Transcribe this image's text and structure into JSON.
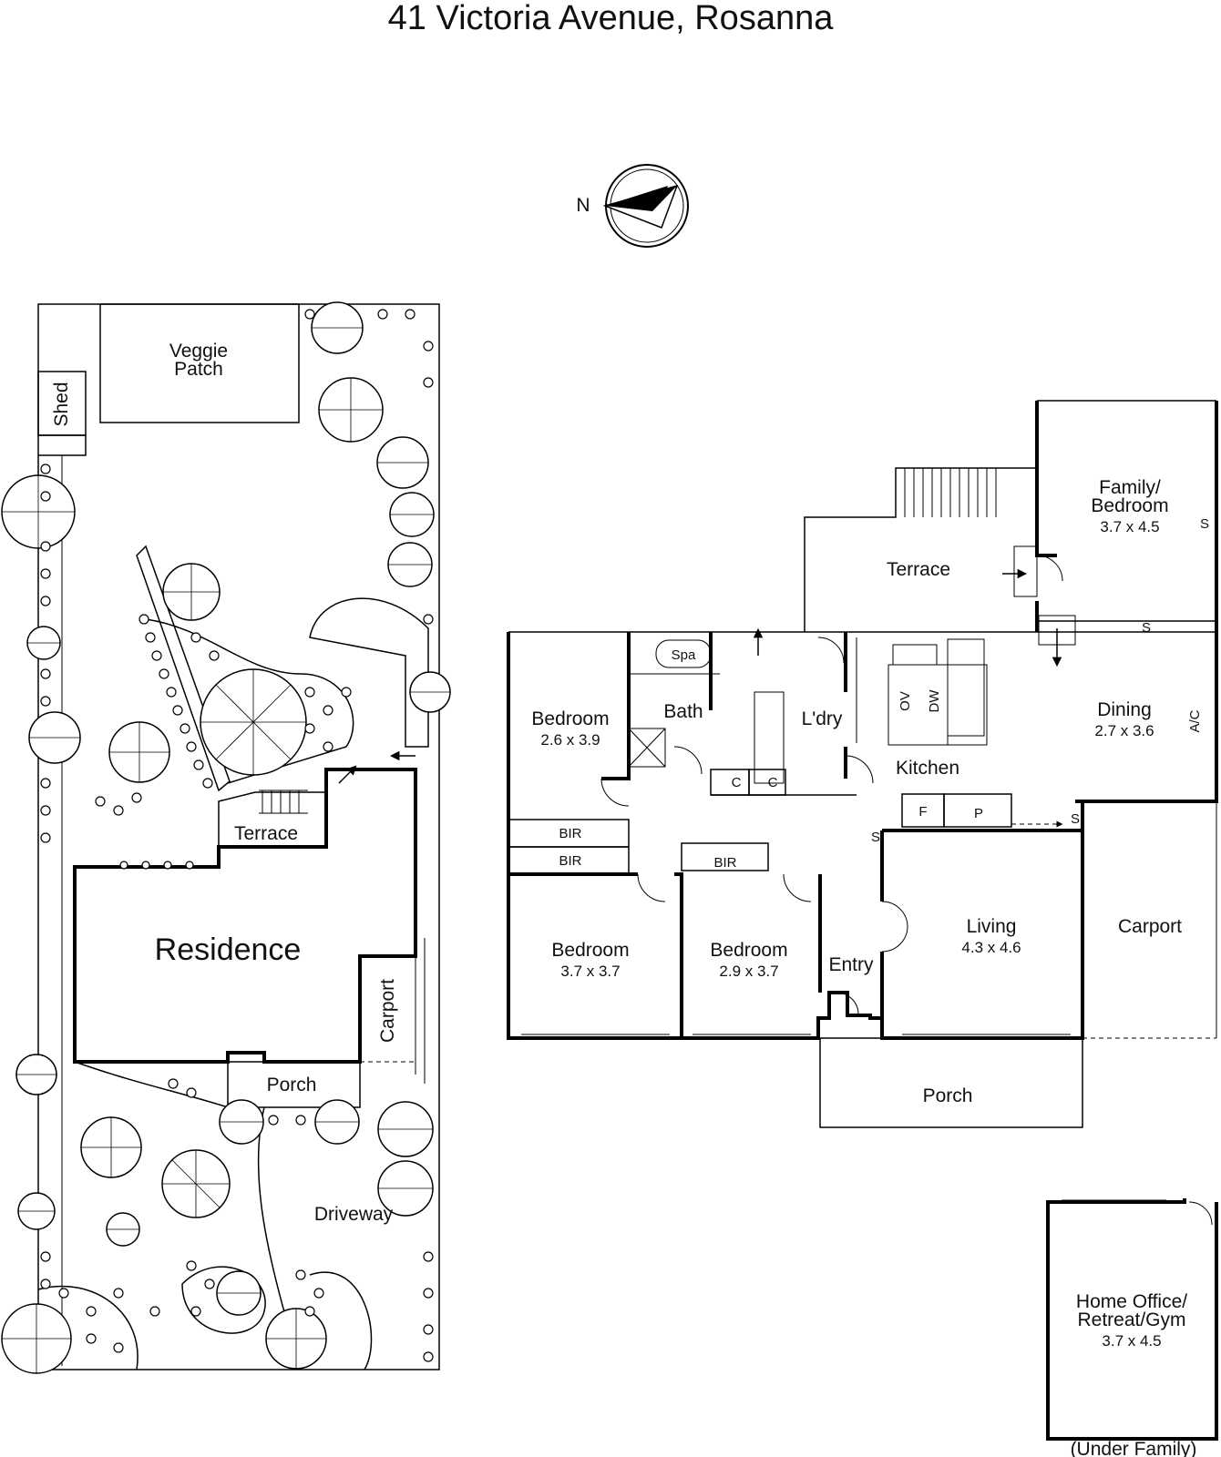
{
  "title": "41 Victoria Avenue, Rosanna",
  "compass": {
    "label": "N"
  },
  "site_plan": {
    "veggie_patch": [
      "Veggie",
      "Patch"
    ],
    "shed": "Shed",
    "terrace": "Terrace",
    "residence": "Residence",
    "carport": "Carport",
    "porch": "Porch",
    "driveway": "Driveway"
  },
  "floor_plan": {
    "family": {
      "name_line1": "Family/",
      "name_line2": "Bedroom",
      "dims": "3.7 x 4.5"
    },
    "terrace": "Terrace",
    "spa": "Spa",
    "bath": "Bath",
    "laundry": "L'dry",
    "kitchen": "Kitchen",
    "oven": "OV",
    "dishwasher": "DW",
    "dining": {
      "name": "Dining",
      "dims": "2.7 x 3.6"
    },
    "ac": "A/C",
    "bedroom1": {
      "name": "Bedroom",
      "dims": "2.6 x 3.9"
    },
    "bedroom2": {
      "name": "Bedroom",
      "dims": "3.7 x 3.7"
    },
    "bedroom3": {
      "name": "Bedroom",
      "dims": "2.9 x 3.7"
    },
    "bir": "BIR",
    "cupboard": "C",
    "fridge": "F",
    "pantry": "P",
    "stair_s": "S",
    "living": {
      "name": "Living",
      "dims": "4.3 x 4.6"
    },
    "entry": "Entry",
    "carport": "Carport",
    "porch": "Porch",
    "home_office": {
      "line1": "Home Office/",
      "line2": "Retreat/Gym",
      "dims": "3.7 x 4.5"
    },
    "under_family": "(Under Family)"
  }
}
